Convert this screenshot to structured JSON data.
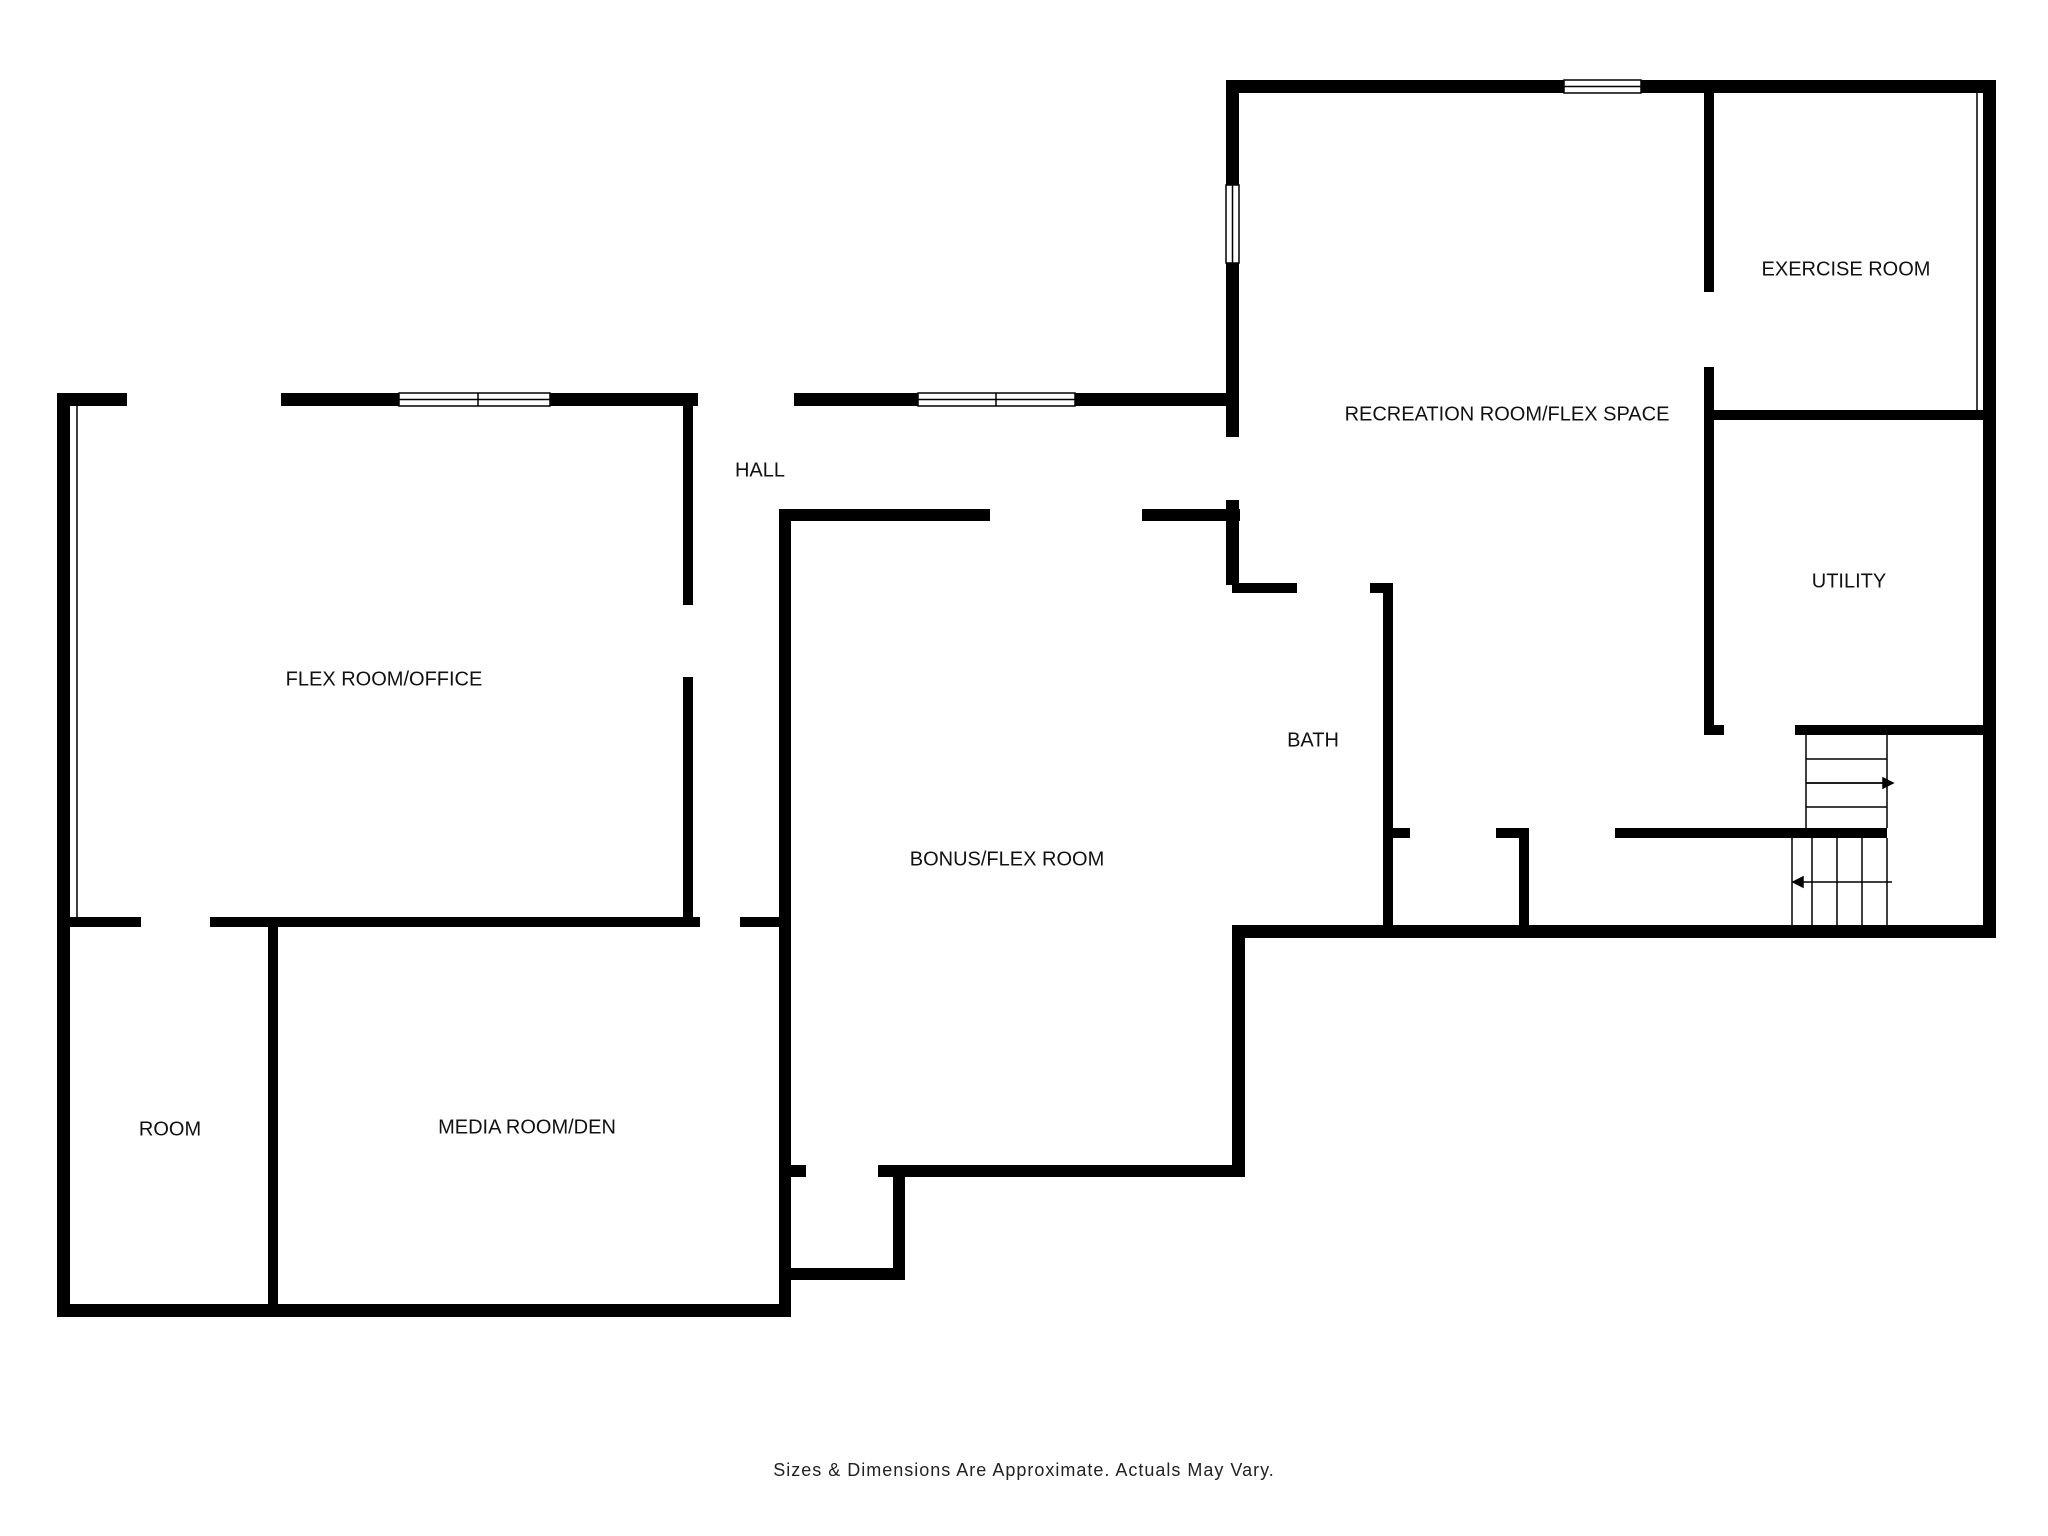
{
  "floorplan": {
    "rooms": {
      "flex_office": "FLEX ROOM/OFFICE",
      "hall": "HALL",
      "bonus_flex": "BONUS/FLEX ROOM",
      "recreation": "RECREATION ROOM/FLEX SPACE",
      "exercise": "EXERCISE ROOM",
      "utility": "UTILITY",
      "bath": "BATH",
      "room": "ROOM",
      "media_den": "MEDIA ROOM/DEN"
    },
    "footer_note": "Sizes & Dimensions Are Approximate. Actuals May Vary.",
    "colors": {
      "wall": "#000000",
      "background": "#ffffff",
      "window": "#ffffff"
    }
  }
}
